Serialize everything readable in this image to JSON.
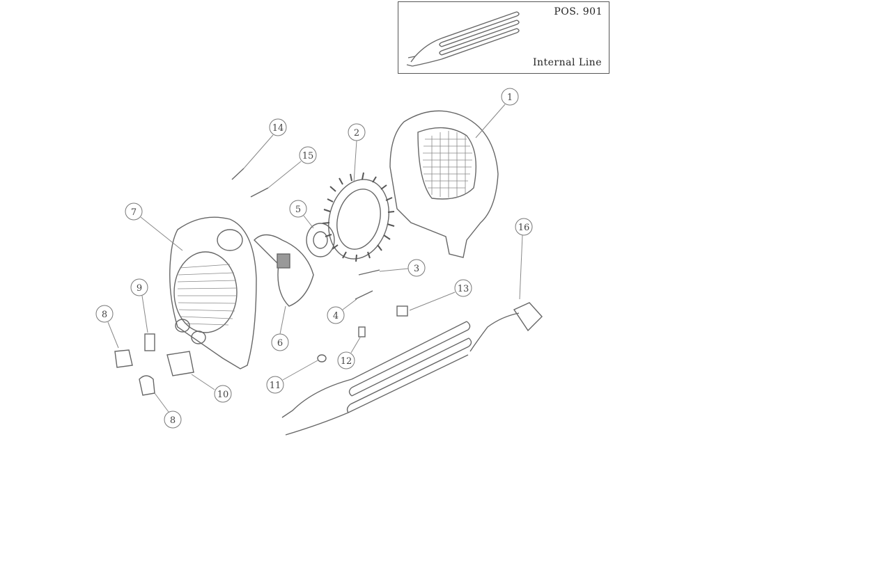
{
  "inset": {
    "position_code": "POS. 901",
    "caption": "Internal Line"
  },
  "callouts": [
    "1",
    "2",
    "3",
    "4",
    "5",
    "6",
    "7",
    "8",
    "9",
    "10",
    "11",
    "12",
    "13",
    "14",
    "15",
    "16",
    "8"
  ]
}
